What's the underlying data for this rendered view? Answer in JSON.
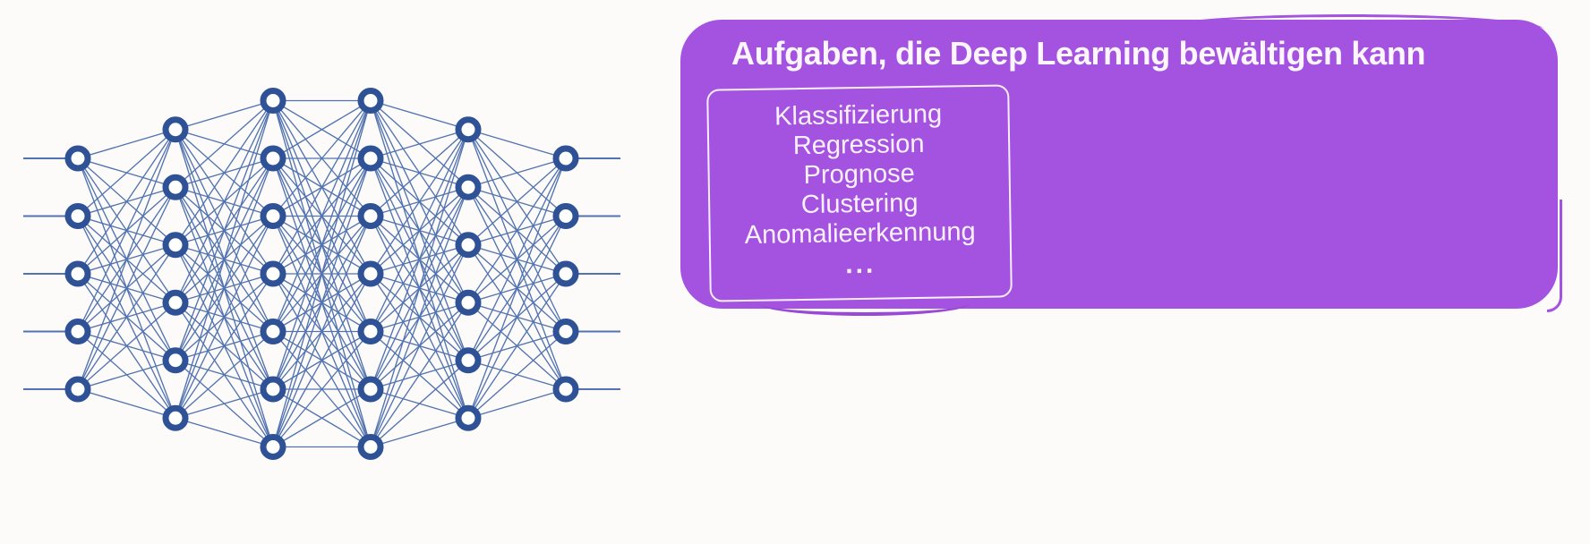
{
  "panel": {
    "title": "Aufgaben, die Deep Learning bewältigen kann",
    "background_color": "#a453e1",
    "title_color": "#fdf6ff",
    "list_color": "#fcf2fe",
    "box_border_color": "#f8eefb",
    "tasks": [
      "Klassifizierung",
      "Regression",
      "Prognose",
      "Clustering",
      "Anomalieerkennung"
    ],
    "ellipsis": "..."
  },
  "network": {
    "description": "fully-connected feed-forward neural network",
    "layer_sizes": [
      5,
      6,
      7,
      7,
      6,
      5
    ],
    "node_ring_color": "#2e5295",
    "node_fill_color": "#fefefe",
    "edge_color": "#3b61a6"
  }
}
